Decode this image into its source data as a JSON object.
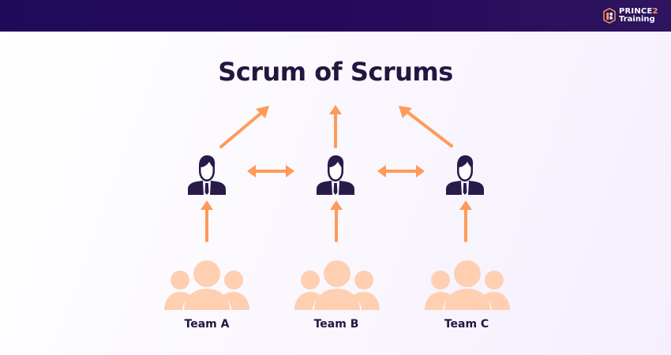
{
  "header": {
    "logo": {
      "icon": "prince2-logo-icon",
      "line1_main": "PRINCE",
      "line1_accent": "2",
      "line2": "Training"
    }
  },
  "diagram": {
    "title": "Scrum of Scrums",
    "colors": {
      "header_bg": "#25095b",
      "title": "#23163f",
      "arrow": "#ff9a5a",
      "person": "#2a1a4a",
      "team": "#ffcfb1",
      "logo_accent": "#ff9a5a"
    },
    "representatives": [
      {
        "id": "rep-a",
        "icon": "businessman-icon"
      },
      {
        "id": "rep-b",
        "icon": "businessman-icon"
      },
      {
        "id": "rep-c",
        "icon": "businessman-icon"
      }
    ],
    "teams": [
      {
        "id": "team-a",
        "label": "Team A",
        "icon": "team-group-icon"
      },
      {
        "id": "team-b",
        "label": "Team B",
        "icon": "team-group-icon"
      },
      {
        "id": "team-c",
        "label": "Team C",
        "icon": "team-group-icon"
      }
    ],
    "connections": [
      {
        "from": "team-a",
        "to": "rep-a",
        "type": "up-arrow"
      },
      {
        "from": "team-b",
        "to": "rep-b",
        "type": "up-arrow"
      },
      {
        "from": "team-c",
        "to": "rep-c",
        "type": "up-arrow"
      },
      {
        "from": "rep-a",
        "to": "rep-b",
        "type": "double-arrow"
      },
      {
        "from": "rep-b",
        "to": "rep-c",
        "type": "double-arrow"
      },
      {
        "from": "rep-a",
        "to": "title",
        "type": "diagonal-up-right-arrow"
      },
      {
        "from": "rep-b",
        "to": "title",
        "type": "up-arrow"
      },
      {
        "from": "rep-c",
        "to": "title",
        "type": "diagonal-up-left-arrow"
      }
    ]
  }
}
